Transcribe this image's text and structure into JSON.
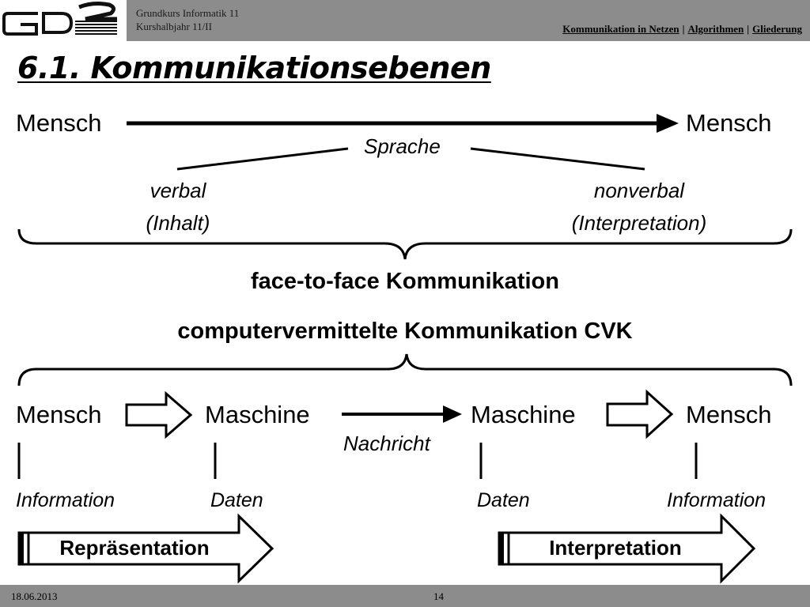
{
  "header": {
    "course_line1": "Grundkurs Informatik 11",
    "course_line2": "Kurshalbjahr 11/II",
    "nav": [
      {
        "label": "Kommunikation in Netzen"
      },
      {
        "label": "Algorithmen"
      },
      {
        "label": "Gliederung"
      }
    ],
    "separator": "|"
  },
  "slide": {
    "title": "6.1. Kommunikationsebenen",
    "top": {
      "left_label": "Mensch",
      "right_label": "Mensch",
      "sprache": "Sprache",
      "verbal": "verbal",
      "verbal_sub": "(Inhalt)",
      "nonverbal": "nonverbal",
      "nonverbal_sub": "(Interpretation)",
      "face_to_face": "face-to-face Kommunikation"
    },
    "cvk": "computervermittelte Kommunikation CVK",
    "bottom": {
      "mensch_left": "Mensch",
      "maschine_left": "Maschine",
      "maschine_right": "Maschine",
      "mensch_right": "Mensch",
      "nachricht": "Nachricht",
      "information_left": "Information",
      "daten_left": "Daten",
      "daten_right": "Daten",
      "information_right": "Information",
      "repraesentation": "Repräsentation",
      "interpretation": "Interpretation"
    }
  },
  "footer": {
    "date": "18.06.2013",
    "page": "14"
  }
}
